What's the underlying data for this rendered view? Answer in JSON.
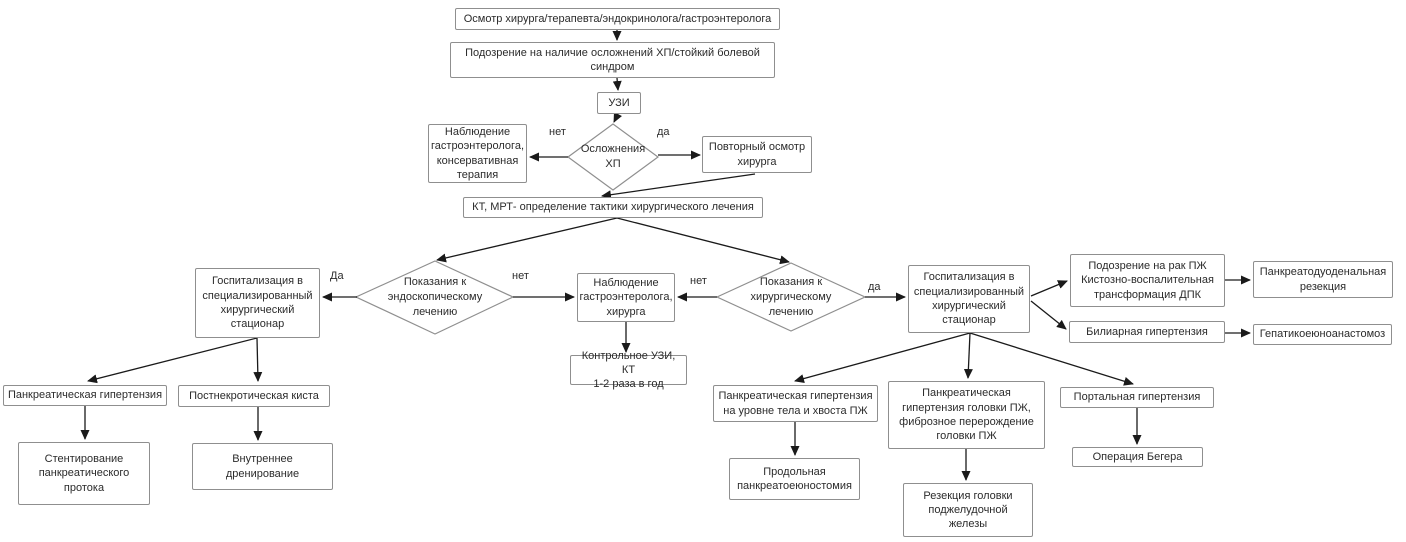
{
  "diagram": {
    "type": "flowchart",
    "colors": {
      "background": "#ffffff",
      "box_border": "#8f8f8f",
      "arrow": "#1a1a1a",
      "text": "#2b2b2b"
    },
    "nodes": {
      "exam": {
        "label": "Осмотр хирурга/терапевта/эндокринолога/гастроэнтеролога"
      },
      "suspicion": {
        "label": "Подозрение на наличие осложнений ХП/стойкий болевой\nсиндром"
      },
      "uzi": {
        "label": "УЗИ"
      },
      "d_complications": {
        "label": "Осложнения\nХП"
      },
      "observe_conservative": {
        "label": "Наблюдение\nгастроэнтеролога,\nконсервативная\nтерапия"
      },
      "repeat_exam": {
        "label": "Повторный осмотр\nхирурга"
      },
      "kt_mrt": {
        "label": "КТ, МРТ- определение тактики хирургического лечения"
      },
      "d_endoscopic": {
        "label": "Показания к\nэндоскопическому\nлечению"
      },
      "hosp_left": {
        "label": "Госпитализация в\nспециализированный\nхирургический\nстационар"
      },
      "observe_surgeon": {
        "label": "Наблюдение\nгастроэнтеролога,\nхирурга"
      },
      "d_surgical": {
        "label": "Показания к\nхирургическому\nлечению"
      },
      "hosp_right": {
        "label": "Госпитализация в\nспециализированный\nхирургический\nстационар"
      },
      "control_uzi": {
        "label": "Контрольное УЗИ, КТ\n1-2 раза в год"
      },
      "cancer_suspicion": {
        "label": "Подозрение на рак ПЖ\nКистозно-воспалительная\nтрансформация ДПК"
      },
      "biliary_ht": {
        "label": "Билиарная  гипертензия"
      },
      "pdr": {
        "label": "Панкреатодуоденальная\nрезекция"
      },
      "hepaticojejuno": {
        "label": "Гепатикоеюноанастомоз"
      },
      "pancreatic_ht": {
        "label": "Панкреатическая гипертензия"
      },
      "postnecrotic_cyst": {
        "label": "Постнекротическая киста"
      },
      "stenting": {
        "label": "Стентирование\nпанкреатического\nпротока"
      },
      "internal_drainage": {
        "label": "Внутреннее\nдренирование"
      },
      "pancreatic_ht_body": {
        "label": "Панкреатическая гипертензия\nна уровне тела и хвоста ПЖ"
      },
      "pancreatic_ht_head": {
        "label": "Панкреатическая\nгипертензия головки ПЖ,\nфиброзное перерождение\nголовки ПЖ"
      },
      "portal_ht": {
        "label": "Портальная  гипертензия"
      },
      "longitudinal_pj": {
        "label": "Продольная\nпанкреатоеюностомия"
      },
      "head_resection": {
        "label": "Резекция головки\nподжелудочной\nжелезы"
      },
      "beger": {
        "label": "Операция Бегера"
      }
    },
    "edge_labels": {
      "d1_no": "нет",
      "d1_yes": "да",
      "d2_yes": "Да",
      "d2_no": "нет",
      "d3_no": "нет",
      "d3_yes": "да"
    }
  }
}
